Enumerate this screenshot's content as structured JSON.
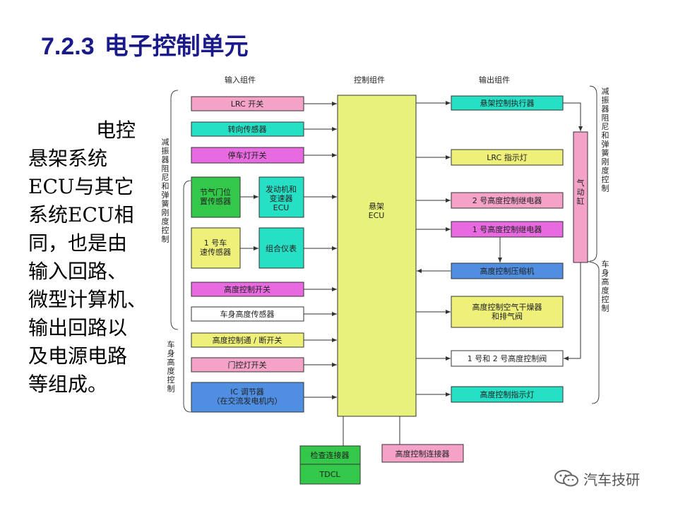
{
  "title": {
    "number": "7.2.3",
    "text": "电子控制单元"
  },
  "body_text": {
    "lines": [
      "电控",
      "悬架系统",
      "ECU与其它",
      "系统ECU相",
      "同，也是由",
      "输入回路、",
      "微型计算机、",
      "输出回路以",
      "及电源电路",
      "等组成。"
    ]
  },
  "headers": {
    "input": "输入组件",
    "control": "控制组件",
    "output": "输出组件"
  },
  "inputs": {
    "lrc_switch": "LRC 开关",
    "steering_sensor": "转向传感器",
    "stop_lamp_switch": "停车灯开关",
    "throttle_sensor": "节气门位置传感器",
    "engine_ecu": "发动机和变速器ECU",
    "speed_sensor": "1 号车速传感器",
    "meter": "组合仪表",
    "height_ctrl_switch": "高度控制开关",
    "height_sensor": "车身高度传感器",
    "height_onoff_switch": "高度控制通 / 断开关",
    "door_lamp_switch": "门控灯开关",
    "ic_regulator": "IC 调节器（在交流发电机内）"
  },
  "ecu": {
    "label": "悬架ECU"
  },
  "outputs": {
    "actuator": "悬架控制执行器",
    "lrc_lamp": "LRC 指示灯",
    "relay2": "2 号高度控制继电器",
    "relay1": "1 号高度控制继电器",
    "compressor": "高度控制压缩机",
    "dryer": "高度控制空气干燥器和排气阀",
    "valves": "1 号和 2 号高度控制阀",
    "indicator": "高度控制指示灯"
  },
  "air_cylinder": "气动缸",
  "bottom": {
    "check_connector": "检查连接器",
    "tdcl": "TDCL",
    "height_connector": "高度控制连接器"
  },
  "side_labels": {
    "left_top": "减振器阻尼和弹簧刚度控制",
    "left_bottom": "车身高度控制",
    "right_top": "减振器阻尼和弹簧刚度控制",
    "right_bottom": "车身高度控制"
  },
  "watermark": "汽车技研",
  "colors": {
    "title": "#1a1a8a",
    "ecu": "#e8f27a",
    "pink": "#f4a2c8",
    "teal": "#26e0c6",
    "magenta": "#e86ae0",
    "green": "#33c84a",
    "yellow": "#eef07a",
    "blue": "#4f8ee0",
    "white": "#ffffff"
  }
}
